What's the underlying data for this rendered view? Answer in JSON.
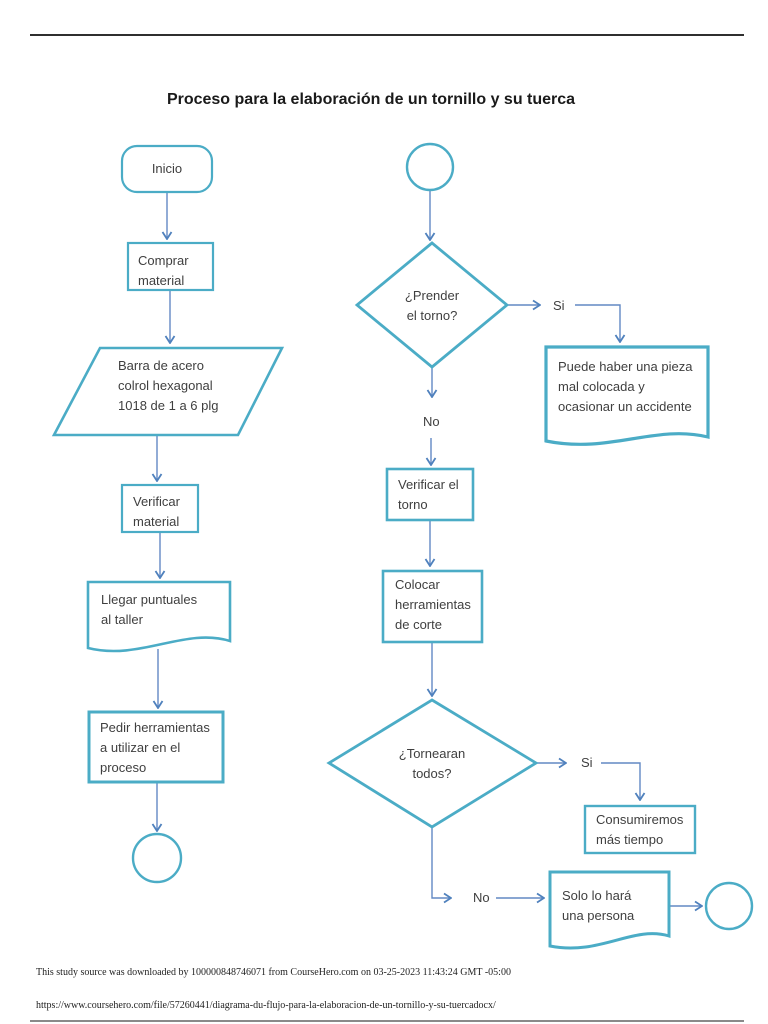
{
  "page": {
    "title": "Proceso para la elaboración de un tornillo y su tuerca",
    "footer": {
      "download_note": "This study source was downloaded by 100000848746071 from CourseHero.com on 03-25-2023 11:43:24 GMT -05:00",
      "source_url": "https://www.coursehero.com/file/57260441/diagrama-du-flujo-para-la-elaboracion-de-un-tornillo-y-su-tuercadocx/"
    }
  },
  "colors": {
    "shape_border": "#4bacc6",
    "connector": "#6288c4",
    "arrowhead": "#4f81bd",
    "shape_text": "#3f3f3f",
    "title_text": "#1a1a1a",
    "footer_text": "#1f1f1f",
    "rule": "#2f2f2f",
    "rule_bottom": "#8a8a8a"
  },
  "flowchart": {
    "nodes": {
      "inicio": {
        "shape": "terminator",
        "lines": [
          "Inicio"
        ]
      },
      "comprar_material": {
        "shape": "process",
        "lines": [
          "Comprar",
          "material"
        ]
      },
      "barra_acero": {
        "shape": "data-parallelogram",
        "lines": [
          "Barra de acero",
          "colrol hexagonal",
          "1018 de 1 a 6 plg"
        ]
      },
      "verificar_material": {
        "shape": "process",
        "lines": [
          "Verificar",
          "material"
        ]
      },
      "llegar_puntuales": {
        "shape": "document",
        "lines": [
          "Llegar puntuales",
          "al taller"
        ]
      },
      "pedir_herramientas": {
        "shape": "process",
        "lines": [
          "Pedir herramientas",
          "a utilizar en el",
          "proceso"
        ]
      },
      "connector_left": {
        "shape": "circle",
        "lines": []
      },
      "connector_top_right": {
        "shape": "circle",
        "lines": []
      },
      "prender_torno": {
        "shape": "decision",
        "lines": [
          "¿Prender",
          "el torno?"
        ]
      },
      "pieza_mal_colocada": {
        "shape": "document",
        "lines": [
          "Puede haber una pieza",
          "mal colocada y",
          "ocasionar un accidente"
        ]
      },
      "verificar_torno": {
        "shape": "process",
        "lines": [
          "Verificar el",
          "torno"
        ]
      },
      "colocar_herramientas": {
        "shape": "process",
        "lines": [
          "Colocar",
          "herramientas",
          "de corte"
        ]
      },
      "tornearan_todos": {
        "shape": "decision",
        "lines": [
          "¿Tornearan",
          "todos?"
        ]
      },
      "consumiremos_tiempo": {
        "shape": "process",
        "lines": [
          "Consumiremos",
          "más tiempo"
        ]
      },
      "solo_una_persona": {
        "shape": "document",
        "lines": [
          "Solo lo hará",
          "una persona"
        ]
      },
      "connector_end": {
        "shape": "circle",
        "lines": []
      }
    },
    "branch_labels": {
      "prender_si": "Si",
      "prender_no": "No",
      "tornearan_si": "Si",
      "tornearan_no": "No"
    }
  }
}
